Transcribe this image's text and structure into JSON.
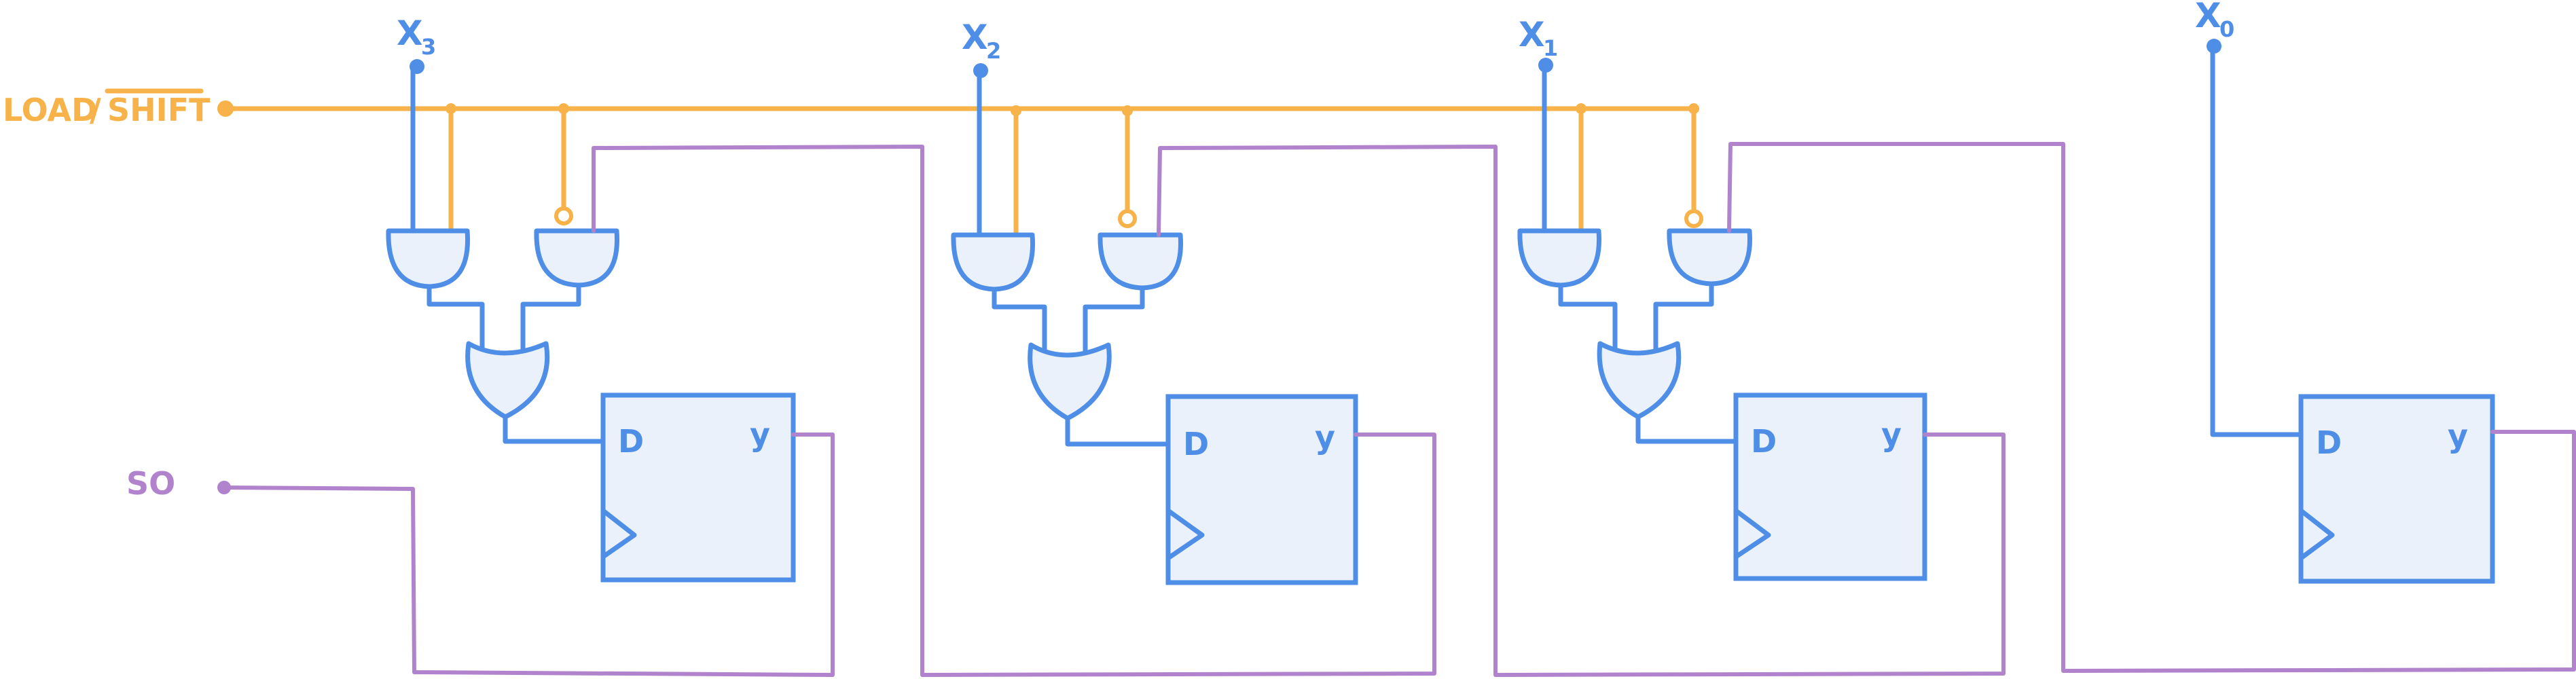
{
  "control": {
    "load": "LOAD",
    "sep": "/",
    "shift": "SHIFT"
  },
  "serial_input": "SO",
  "inputs": [
    {
      "letter": "X",
      "sub": "3"
    },
    {
      "letter": "X",
      "sub": "2"
    },
    {
      "letter": "X",
      "sub": "1"
    },
    {
      "letter": "X",
      "sub": "0"
    }
  ],
  "flipflop": {
    "d_label": "D",
    "q_label": "y"
  },
  "colors": {
    "gates": "#4f8ee6",
    "control": "#f7b24a",
    "serial": "#b083cc",
    "fill": "#eaf1fb"
  }
}
